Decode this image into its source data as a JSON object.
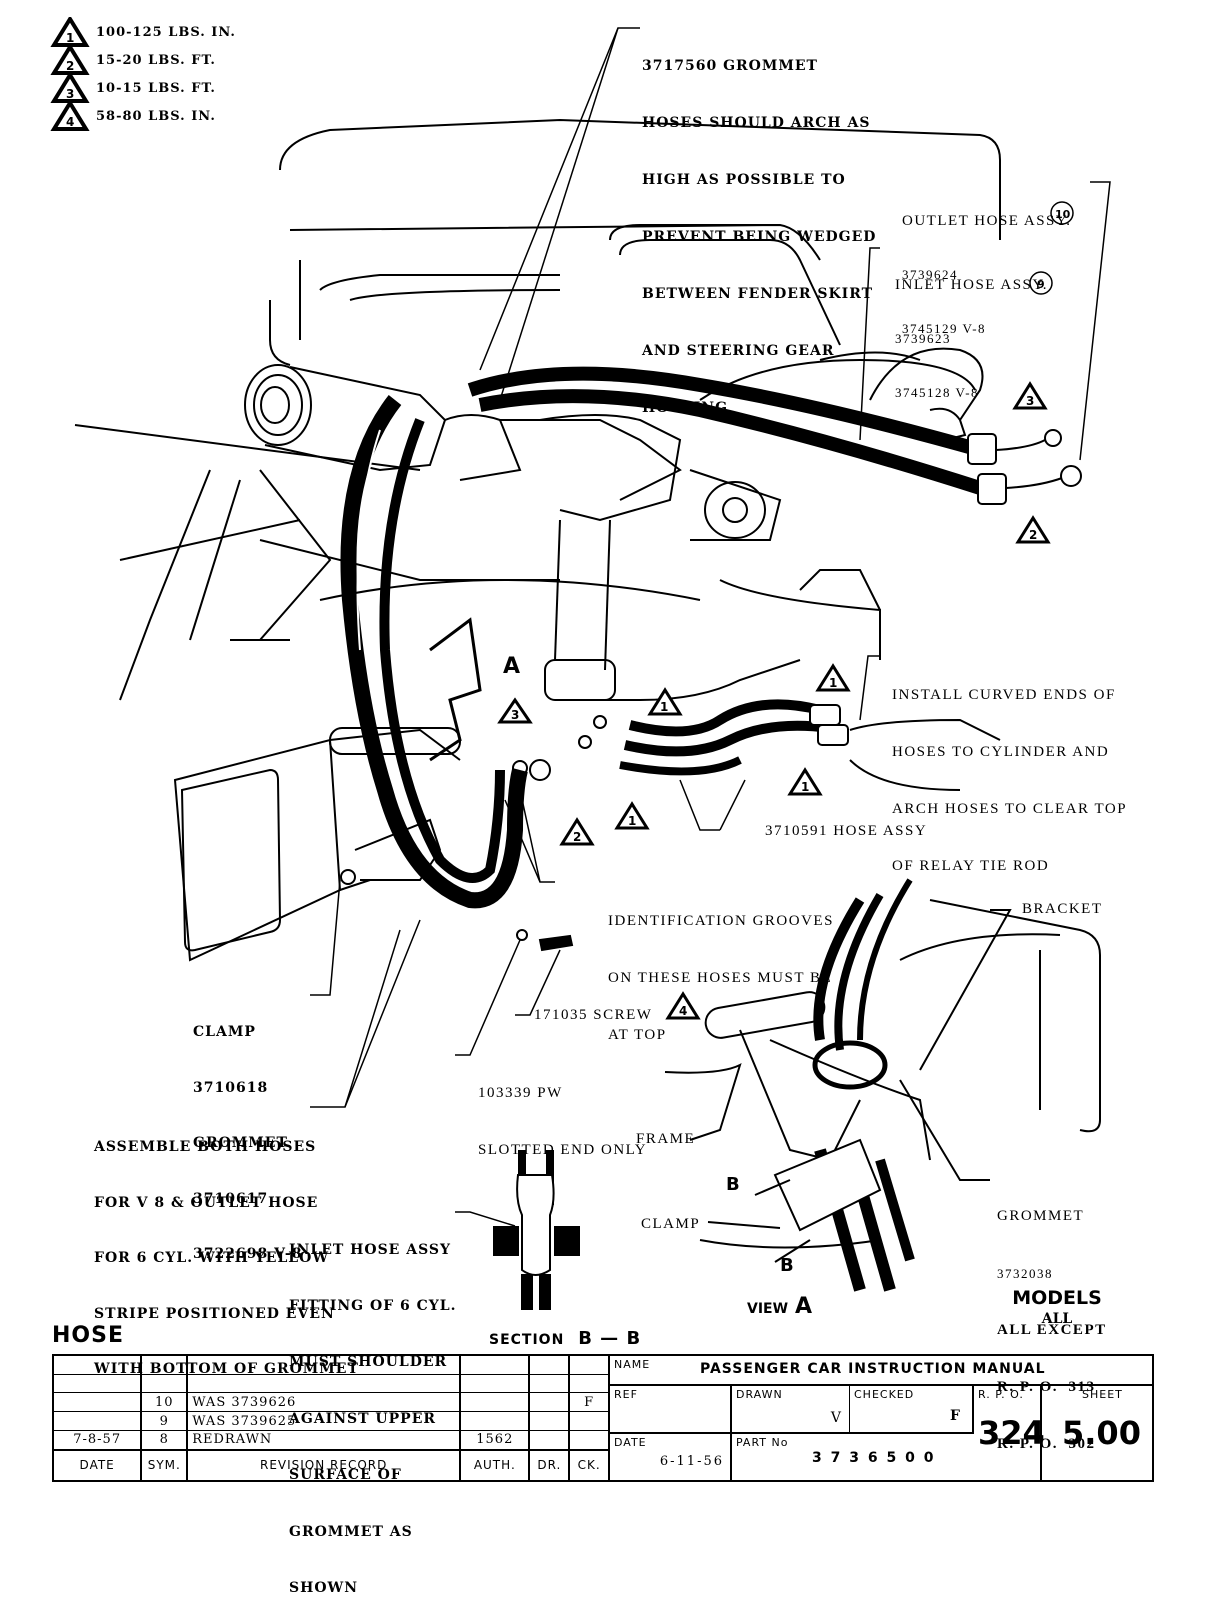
{
  "torque_legend": [
    {
      "symbol": "1",
      "value": "100-125 LBS.  IN."
    },
    {
      "symbol": "2",
      "value": "15-20  LBS.  FT."
    },
    {
      "symbol": "3",
      "value": "10-15  LBS.  FT."
    },
    {
      "symbol": "4",
      "value": "58-80  LBS.  IN."
    }
  ],
  "callouts": {
    "grommet_note": [
      "3717560 GROMMET",
      "HOSES SHOULD ARCH AS",
      "HIGH AS POSSIBLE TO",
      "PREVENT BEING WEDGED",
      "BETWEEN FENDER SKIRT",
      "AND STEERING GEAR",
      "HOUSING"
    ],
    "outlet_hose": {
      "title": "OUTLET HOSE ASSY.",
      "part1": "3739624",
      "part2": "3745129 V-8",
      "ref": "10"
    },
    "inlet_hose": {
      "title": "INLET HOSE ASSY.",
      "part1": "3739623",
      "part2": "3745128 V-8",
      "ref": "9"
    },
    "install_note": [
      "INSTALL CURVED ENDS OF",
      "HOSES TO CYLINDER AND",
      "ARCH HOSES TO CLEAR TOP",
      "OF RELAY TIE ROD"
    ],
    "hose_assy": "3710591 HOSE ASSY",
    "identification_note": [
      "IDENTIFICATION GROOVES",
      "ON THESE HOSES MUST BE",
      "AT TOP"
    ],
    "screw": "171035 SCREW",
    "pw_note": [
      "103339 PW",
      "SLOTTED END ONLY"
    ],
    "clamp_grommet": [
      "CLAMP",
      "3710618",
      "GROMMET",
      "3710617",
      "3722698 V-8"
    ],
    "assemble_note": [
      "ASSEMBLE BOTH HOSES",
      "FOR V 8 & OUTLET HOSE",
      "FOR 6 CYL. WITH YELLOW",
      "STRIPE POSITIONED EVEN",
      "WITH BOTTOM OF GROMMET"
    ],
    "inlet_fitting_note": [
      "INLET HOSE ASSY",
      "FITTING OF 6 CYL.",
      "MUST SHOULDER",
      "AGAINST UPPER",
      "SURFACE OF",
      "GROMMET AS",
      "SHOWN"
    ],
    "bracket": "BRACKET",
    "frame": "FRAME",
    "clamp": "CLAMP",
    "grommet_view": [
      "GROMMET",
      "3732038",
      "ALL EXCEPT",
      "R. P. O.  313",
      "R. P. O.  302"
    ],
    "view_marker_a": "A",
    "section_marker_b": "B"
  },
  "labels": {
    "section": "SECTION",
    "section_id": "B — B",
    "view": "VIEW",
    "view_id": "A",
    "models": "MODELS",
    "models_value": "ALL",
    "page_title": "HOSE"
  },
  "title_block": {
    "revisions": [
      {
        "date": "",
        "sym": "",
        "record": "",
        "auth": "",
        "dr": "",
        "ck": ""
      },
      {
        "date": "",
        "sym": "",
        "record": "",
        "auth": "",
        "dr": "",
        "ck": ""
      },
      {
        "date": "",
        "sym": "10",
        "record": "WAS  3739626",
        "auth": "",
        "dr": "",
        "ck": "F"
      },
      {
        "date": "",
        "sym": "9",
        "record": "WAS  3739625",
        "auth": "",
        "dr": "",
        "ck": ""
      },
      {
        "date": "7-8-57",
        "sym": "8",
        "record": "REDRAWN",
        "auth": "1562",
        "dr": "",
        "ck": ""
      }
    ],
    "headers": {
      "date": "DATE",
      "sym": "SYM.",
      "record": "REVISION RECORD",
      "auth": "AUTH.",
      "dr": "DR.",
      "ck": "CK."
    },
    "name_label": "NAME",
    "name_value": "PASSENGER  CAR  INSTRUCTION  MANUAL",
    "ref_label": "REF",
    "drawn_label": "DRAWN",
    "drawn_value": "V",
    "checked_label": "CHECKED",
    "checked_value": "F",
    "rpo_label": "R. P. O.",
    "rpo_value": "324",
    "sheet_label": "SHEET",
    "sheet_value": "5.00",
    "date_label": "DATE",
    "date_value": "6-11-56",
    "part_label": "PART No",
    "part_value": "3 7 3 6 5 0 0"
  }
}
